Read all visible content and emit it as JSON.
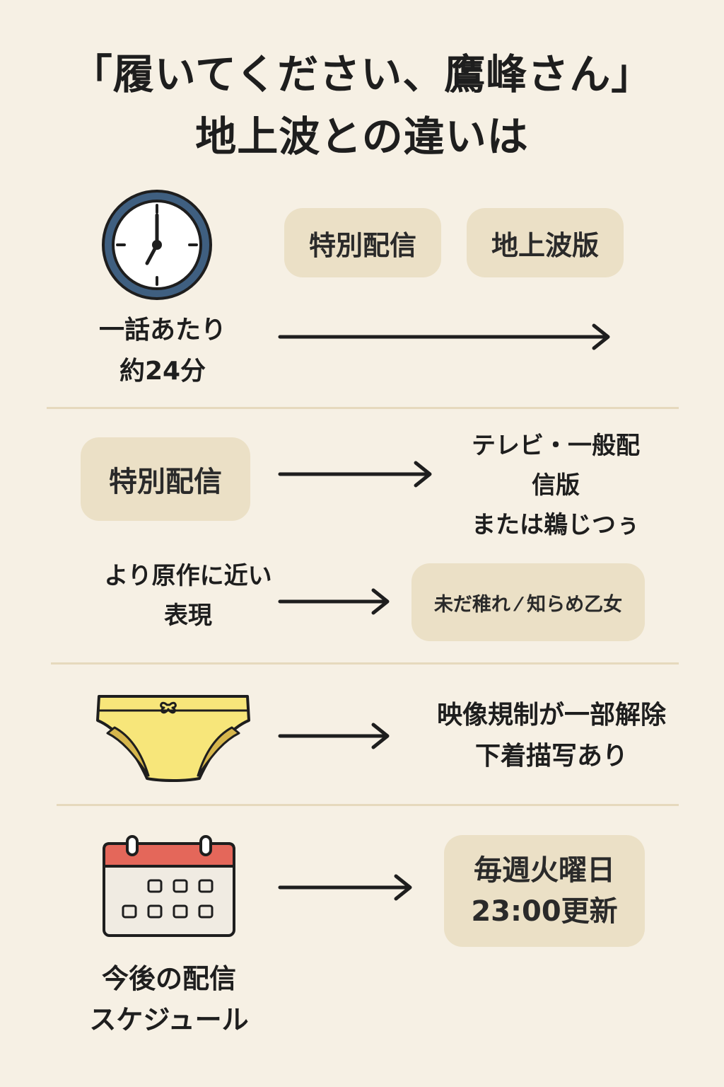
{
  "title": {
    "line1": "「履いてください、鷹峰さん」",
    "line2": "地上波との違いは"
  },
  "section1": {
    "badge_special": "特別配信",
    "badge_terrestrial": "地上波版",
    "label_line1": "一話あたり",
    "label_line2": "約24分",
    "icon": "clock-icon"
  },
  "section2": {
    "badge_special": "特別配信",
    "right_text": "テレビ・一般配\n信版\nまたは鵜じつぅ",
    "left_text": "より原作に近い\n表現",
    "badge_right": "未だ稚れ ⁄ 知らめ乙女"
  },
  "section3": {
    "icon": "underwear-icon",
    "right_line1": "映像規制が一部解除",
    "right_line2": "下着描写あり"
  },
  "section4": {
    "icon": "calendar-icon",
    "badge_line1": "毎週火曜日",
    "badge_line2": "23:00更新",
    "label_line1": "今後の配信",
    "label_line2": "スケジュール"
  },
  "colors": {
    "background": "#f6f0e4",
    "badge": "#ebe0c6",
    "divider": "#e6d9bd",
    "clock_ring": "#3f5f80",
    "calendar_top": "#e4675a",
    "underwear": "#f7e67a"
  }
}
